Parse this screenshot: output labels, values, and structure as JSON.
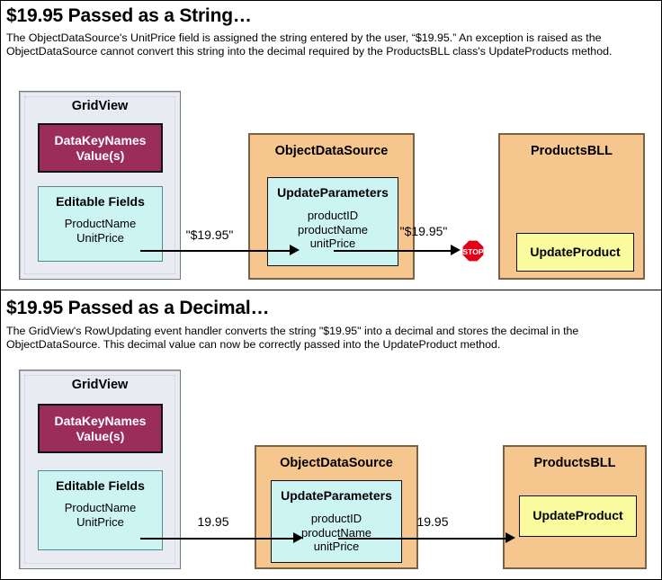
{
  "sections": [
    {
      "heading": "$19.95 Passed as a String…",
      "description": "The ObjectDataSource's UnitPrice field is assigned the string entered by the user, “$19.95.” An exception is raised as the ObjectDataSource cannot convert this string into the decimal required by the ProductsBLL class's UpdateProducts method.",
      "gridview": {
        "title": "GridView",
        "datakeynames": "DataKeyNames\nValue(s)",
        "editable_title": "Editable Fields",
        "editable_fields": "ProductName\nUnitPrice"
      },
      "objectdatasource": {
        "title": "ObjectDataSource",
        "params_title": "UpdateParameters",
        "params": "productID\nproductName\nunitPrice"
      },
      "productsbll": {
        "title": "ProductsBLL",
        "method": "UpdateProduct"
      },
      "arrow1_label": "\"$19.95\"",
      "arrow2_label": "\"$19.95\"",
      "blocked": true,
      "stop_icon": "stop-sign-icon",
      "stop_text": "STOP"
    },
    {
      "heading": "$19.95 Passed as a Decimal…",
      "description": "The GridView's RowUpdating event handler converts the string \"$19.95\" into a decimal and stores the decimal in the ObjectDataSource. This decimal value can now be correctly passed into the UpdateProduct method.",
      "gridview": {
        "title": "GridView",
        "datakeynames": "DataKeyNames\nValue(s)",
        "editable_title": "Editable Fields",
        "editable_fields": "ProductName\nUnitPrice"
      },
      "objectdatasource": {
        "title": "ObjectDataSource",
        "params_title": "UpdateParameters",
        "params": "productID\nproductName\nunitPrice"
      },
      "productsbll": {
        "title": "ProductsBLL",
        "method": "UpdateProduct"
      },
      "arrow1_label": "19.95",
      "arrow2_label": "19.95",
      "blocked": false
    }
  ],
  "colors": {
    "gridview_bg": "#e9ebf2",
    "datakey_bg": "#9b2d5b",
    "cyan_bg": "#ccf4f3",
    "orange_bg": "#f6c68f",
    "yellow_bg": "#fafa9e",
    "stop_red": "#e40016",
    "text": "#000000"
  }
}
